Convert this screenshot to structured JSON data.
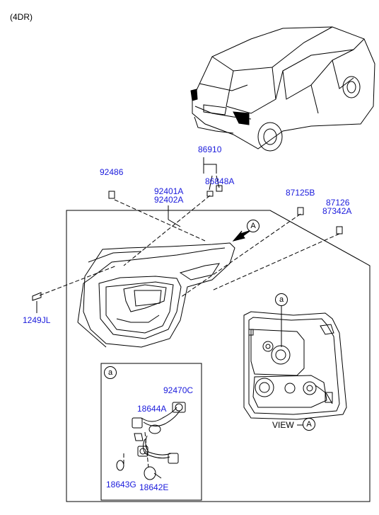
{
  "header": {
    "variant": "(4DR)"
  },
  "parts": {
    "bracket_group": "86910",
    "clip_a": "92486",
    "clip_b": "86848A",
    "lamp_assy_l": "92401A",
    "lamp_assy_r": "92402A",
    "grommet": "87125B",
    "bolt_a": "87126",
    "bolt_b": "87342A",
    "screw": "1249JL",
    "socket_wiring": "92470C",
    "socket": "18644A",
    "bulb_small": "18643G",
    "bulb_large": "18642E"
  },
  "callouts": {
    "view_letter": "A",
    "detail_letter": "a",
    "view_label": "VIEW"
  },
  "colors": {
    "part_number": "#1a1adc",
    "line": "#000000"
  }
}
